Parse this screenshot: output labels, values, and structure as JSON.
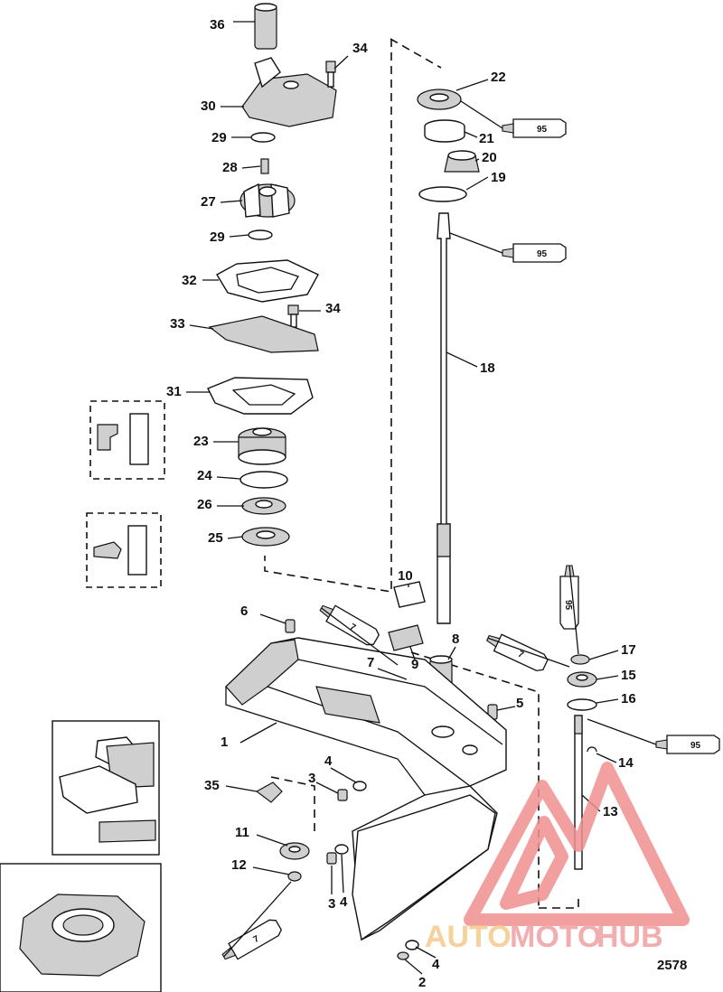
{
  "callouts": [
    {
      "id": "c36",
      "text": "36"
    },
    {
      "id": "c34a",
      "text": "34"
    },
    {
      "id": "c30",
      "text": "30"
    },
    {
      "id": "c29a",
      "text": "29"
    },
    {
      "id": "c28",
      "text": "28"
    },
    {
      "id": "c27",
      "text": "27"
    },
    {
      "id": "c29b",
      "text": "29"
    },
    {
      "id": "c32",
      "text": "32"
    },
    {
      "id": "c33",
      "text": "33"
    },
    {
      "id": "c34b",
      "text": "34"
    },
    {
      "id": "c31",
      "text": "31"
    },
    {
      "id": "c23",
      "text": "23"
    },
    {
      "id": "c24",
      "text": "24"
    },
    {
      "id": "c26",
      "text": "26"
    },
    {
      "id": "c25",
      "text": "25"
    },
    {
      "id": "c22",
      "text": "22"
    },
    {
      "id": "c21",
      "text": "21"
    },
    {
      "id": "c20",
      "text": "20"
    },
    {
      "id": "c19",
      "text": "19"
    },
    {
      "id": "c18",
      "text": "18"
    },
    {
      "id": "c10",
      "text": "10"
    },
    {
      "id": "c9",
      "text": "9"
    },
    {
      "id": "c8",
      "text": "8"
    },
    {
      "id": "c7",
      "text": "7"
    },
    {
      "id": "c6",
      "text": "6"
    },
    {
      "id": "c5",
      "text": "5"
    },
    {
      "id": "c1",
      "text": "1"
    },
    {
      "id": "c17",
      "text": "17"
    },
    {
      "id": "c15",
      "text": "15"
    },
    {
      "id": "c16",
      "text": "16"
    },
    {
      "id": "c14",
      "text": "14"
    },
    {
      "id": "c13",
      "text": "13"
    },
    {
      "id": "c35",
      "text": "35"
    },
    {
      "id": "c3a",
      "text": "3"
    },
    {
      "id": "c4a",
      "text": "4"
    },
    {
      "id": "c11",
      "text": "11"
    },
    {
      "id": "c12",
      "text": "12"
    },
    {
      "id": "c3b",
      "text": "3"
    },
    {
      "id": "c4b",
      "text": "4"
    },
    {
      "id": "c4c",
      "text": "4"
    },
    {
      "id": "c2",
      "text": "2"
    }
  ],
  "tubes": {
    "t95a": "95",
    "t95b": "95",
    "t95c": "95",
    "t95d": "95",
    "t7a": "7",
    "t7b": "7",
    "t7c": "7"
  },
  "figure_number": "2578",
  "watermark": {
    "part1": "AUTO",
    "part2": "MOTO",
    "part3": "HUB",
    "color_primary": "#f0a0a0",
    "color_accent": "#f5c98a"
  }
}
